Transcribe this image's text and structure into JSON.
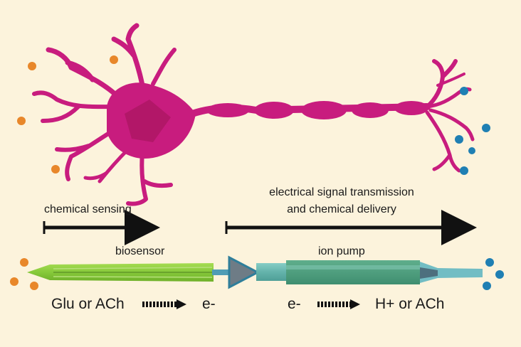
{
  "labels": {
    "chemical_sensing": "chemical sensing",
    "transmission_line1": "electrical signal transmission",
    "transmission_line2": "and chemical delivery",
    "biosensor": "biosensor",
    "ion_pump": "ion pump",
    "glu_or_ach": "Glu or ACh",
    "electron_left": "e-",
    "electron_right": "e-",
    "h_or_ach": "H+ or ACh"
  },
  "colors": {
    "background": "#fcf3dc",
    "neuron": "#c81c7e",
    "orange_molecule": "#e8872a",
    "blue_molecule": "#1f7fb3",
    "biosensor_green": "#8fce3c",
    "ion_pump_teal": "#6cb8b0",
    "arrow": "#111111"
  }
}
